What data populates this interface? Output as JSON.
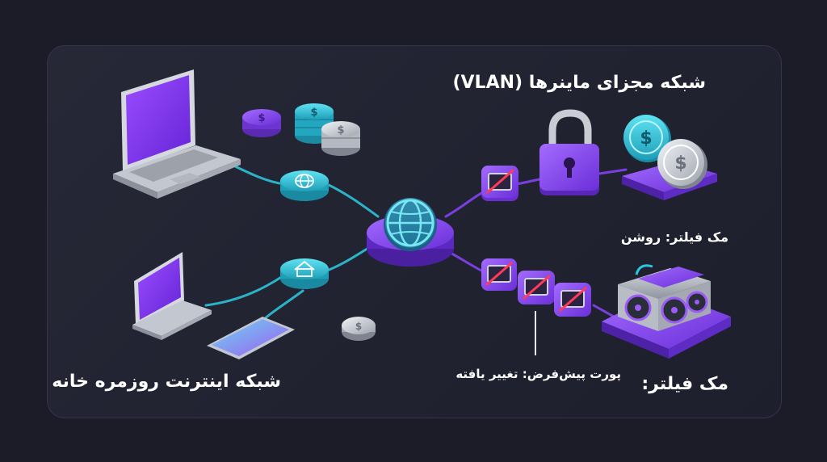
{
  "labels": {
    "vlan_title": "شبکه مجزای ماینرها (VLAN)",
    "mac_filter_on": "مک فیلتر: روشن",
    "mac_filter_off": "مک فیلتر:",
    "default_port_changed": "پورت پیش‌فرض: تغییر یافته",
    "home_network": "شبکه اینترنت روزمره خانه"
  },
  "icons": {
    "hub": "globe-icon",
    "internet_node": "globe-icon",
    "home_node": "home-icon",
    "port": "ethernet-port-icon",
    "coin": "dollar-coin-icon",
    "security": "padlock-icon"
  },
  "colors": {
    "background": "#1b1c28",
    "panel": "#232533",
    "accent_purple": "#8a3cf5",
    "accent_cyan": "#29c7e0",
    "link_purple": "#7a3fe0",
    "link_cyan": "#2bb3c8",
    "blocked_red": "#ff3b57",
    "text": "#ffffff"
  }
}
